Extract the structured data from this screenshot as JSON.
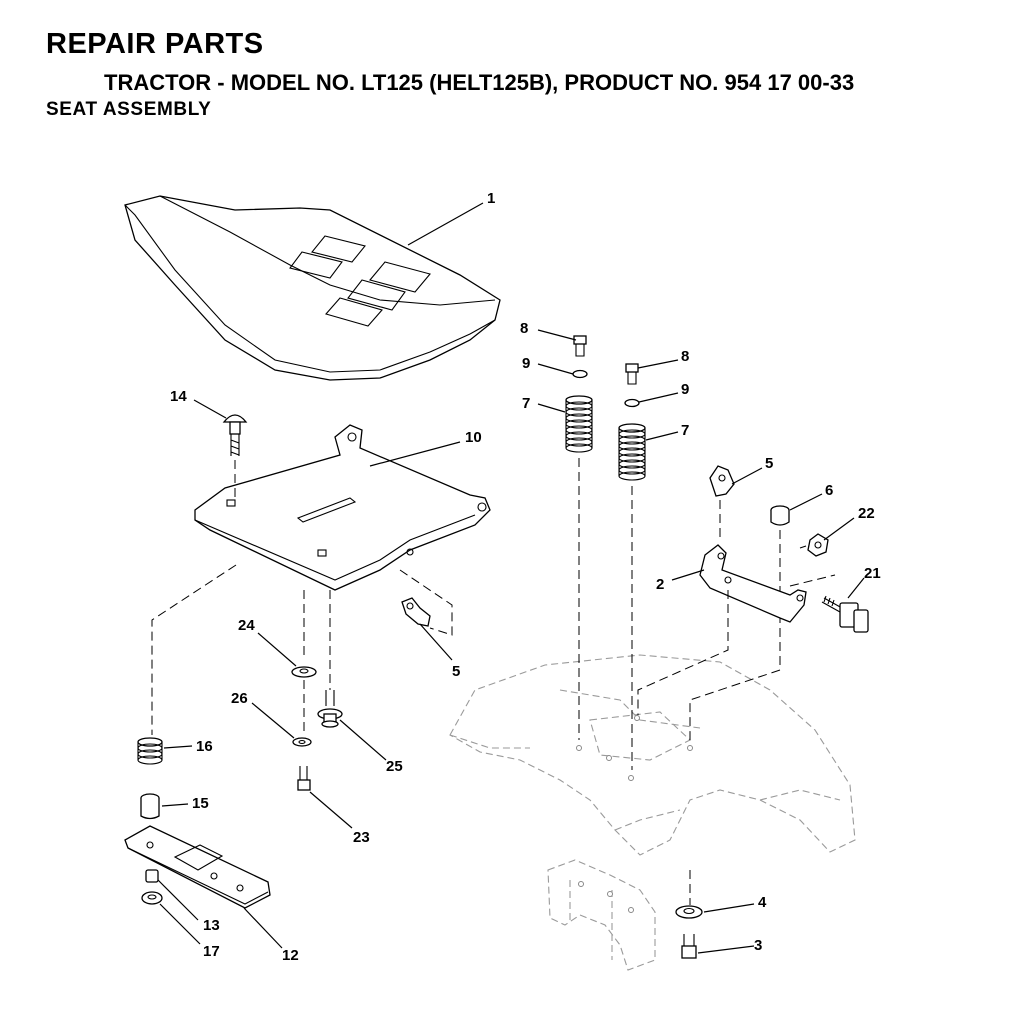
{
  "header": {
    "title": "REPAIR PARTS",
    "subtitle": "TRACTOR - MODEL NO. LT125 (HELT125B), PRODUCT NO. 954 17 00-33",
    "section": "SEAT ASSEMBLY"
  },
  "callouts": [
    {
      "id": "c1",
      "label": "1"
    },
    {
      "id": "c8a",
      "label": "8"
    },
    {
      "id": "c8b",
      "label": "8"
    },
    {
      "id": "c9a",
      "label": "9"
    },
    {
      "id": "c9b",
      "label": "9"
    },
    {
      "id": "c7a",
      "label": "7"
    },
    {
      "id": "c7b",
      "label": "7"
    },
    {
      "id": "c14",
      "label": "14"
    },
    {
      "id": "c10",
      "label": "10"
    },
    {
      "id": "c5a",
      "label": "5"
    },
    {
      "id": "c5b",
      "label": "5"
    },
    {
      "id": "c6",
      "label": "6"
    },
    {
      "id": "c22",
      "label": "22"
    },
    {
      "id": "c2",
      "label": "2"
    },
    {
      "id": "c21",
      "label": "21"
    },
    {
      "id": "c24",
      "label": "24"
    },
    {
      "id": "c26",
      "label": "26"
    },
    {
      "id": "c25",
      "label": "25"
    },
    {
      "id": "c16",
      "label": "16"
    },
    {
      "id": "c15",
      "label": "15"
    },
    {
      "id": "c23",
      "label": "23"
    },
    {
      "id": "c13",
      "label": "13"
    },
    {
      "id": "c17",
      "label": "17"
    },
    {
      "id": "c12",
      "label": "12"
    },
    {
      "id": "c4",
      "label": "4"
    },
    {
      "id": "c3",
      "label": "3"
    }
  ]
}
